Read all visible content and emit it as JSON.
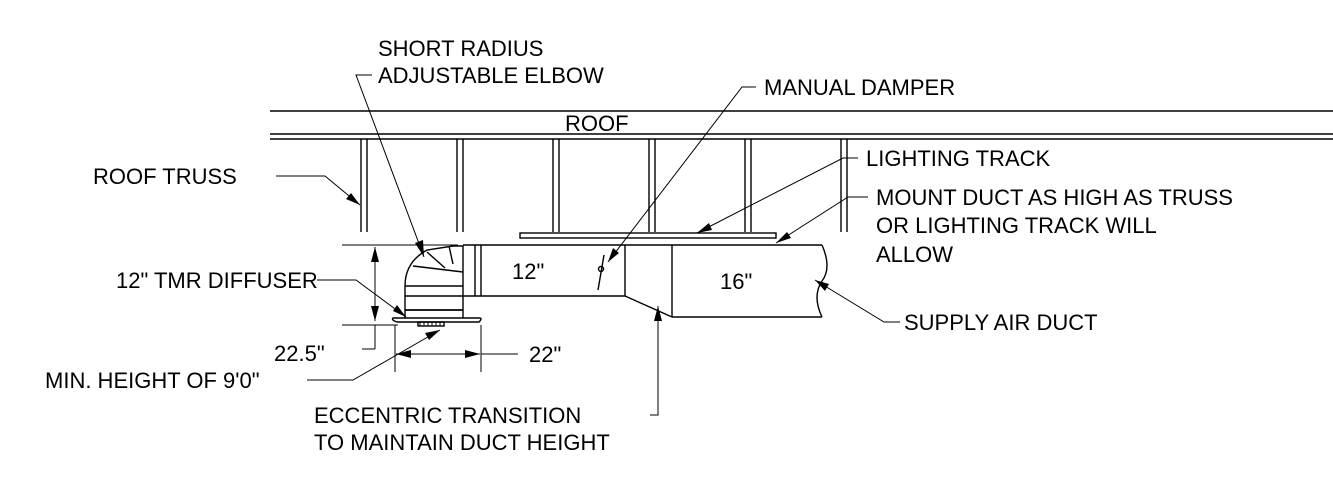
{
  "labels": {
    "roof": "ROOF",
    "short_radius_1": "SHORT RADIUS",
    "short_radius_2": "ADJUSTABLE ELBOW",
    "manual_damper": "MANUAL DAMPER",
    "lighting_track": "LIGHTING TRACK",
    "mount_1": "MOUNT DUCT AS HIGH AS TRUSS",
    "mount_2": "OR LIGHTING TRACK WILL",
    "mount_3": "ALLOW",
    "roof_truss": "ROOF TRUSS",
    "tmr_diffuser": "12\" TMR DIFFUSER",
    "duct_12": "12\"",
    "duct_16": "16\"",
    "supply_air_duct": "SUPPLY AIR DUCT",
    "dim_22_5": "22.5\"",
    "dim_22": "22\"",
    "min_height": "MIN. HEIGHT OF 9'0\"",
    "eccentric_1": "ECCENTRIC TRANSITION",
    "eccentric_2": "TO MAINTAIN DUCT HEIGHT"
  }
}
